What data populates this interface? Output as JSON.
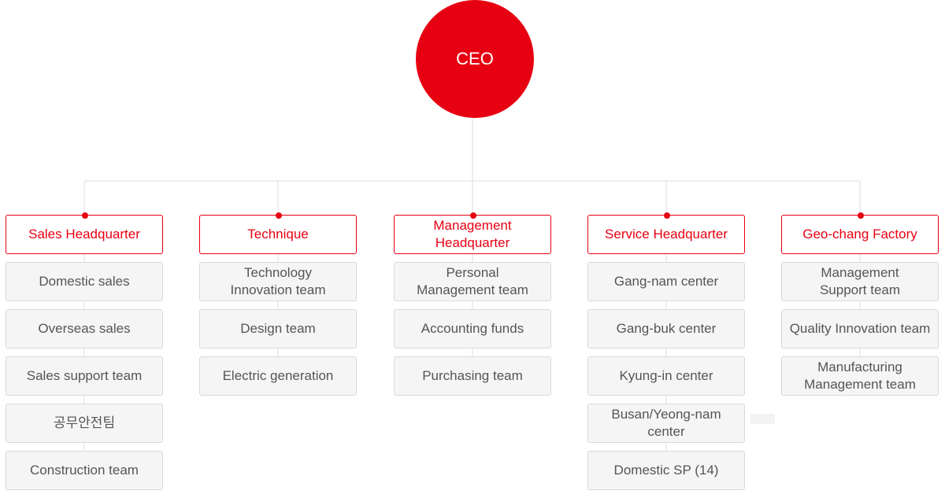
{
  "ceo": {
    "label": "CEO"
  },
  "colors": {
    "accent": "#e60012",
    "box_fill": "#f5f5f5",
    "box_border": "#d9d9d9",
    "line": "#dddddd",
    "text": "#555555"
  },
  "departments": [
    {
      "name": "Sales Headquarter",
      "teams": [
        "Domestic sales",
        "Overseas sales",
        "Sales support team",
        "공무안전팀",
        "Construction team"
      ]
    },
    {
      "name": "Technique",
      "teams": [
        "Technology\nInnovation team",
        "Design team",
        "Electric generation"
      ]
    },
    {
      "name": "Management\nHeadquarter",
      "teams": [
        "Personal\nManagement team",
        "Accounting funds",
        "Purchasing team"
      ]
    },
    {
      "name": "Service Headquarter",
      "teams": [
        "Gang-nam center",
        "Gang-buk center",
        "Kyung-in center",
        "Busan/Yeong-nam\ncenter",
        "Domestic SP (14)"
      ]
    },
    {
      "name": "Geo-chang Factory",
      "teams": [
        "Management\nSupport team",
        "Quality Innovation team",
        "Manufacturing\nManagement team"
      ]
    }
  ]
}
